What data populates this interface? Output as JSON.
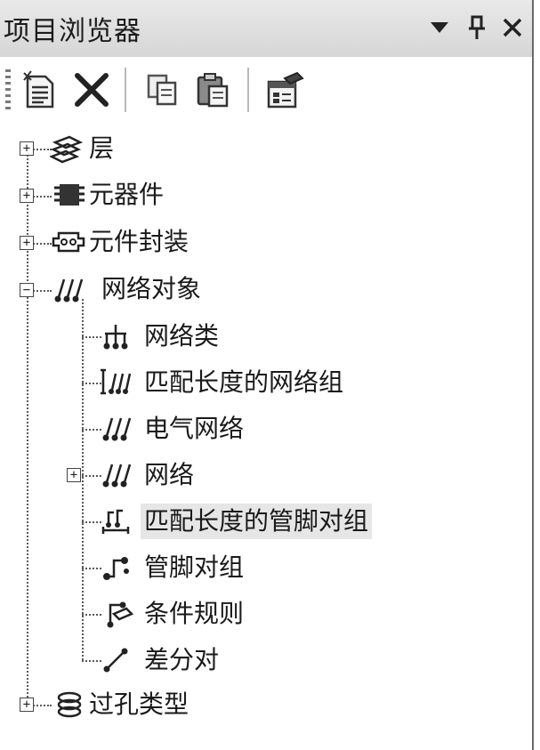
{
  "panel": {
    "title": "项目浏览器",
    "controls": {
      "dropdown": "▾",
      "pin": "⊥",
      "close": "✕"
    }
  },
  "toolbar": {
    "buttons": [
      {
        "icon": "new-document-icon"
      },
      {
        "icon": "delete-x-icon"
      },
      {
        "icon": "copy-icon"
      },
      {
        "icon": "paste-icon"
      },
      {
        "icon": "properties-icon"
      }
    ]
  },
  "tree": {
    "nodes": [
      {
        "label": "层",
        "icon": "layers-icon",
        "expander": "+"
      },
      {
        "label": "元器件",
        "icon": "component-chip-icon",
        "expander": "+"
      },
      {
        "label": "元件封装",
        "icon": "footprint-icon",
        "expander": "+"
      },
      {
        "label": "网络对象",
        "icon": "net-objects-icon",
        "expander": "−",
        "children": [
          {
            "label": "网络类",
            "icon": "net-class-icon"
          },
          {
            "label": "匹配长度的网络组",
            "icon": "matched-net-group-icon"
          },
          {
            "label": "电气网络",
            "icon": "electrical-net-icon"
          },
          {
            "label": "网络",
            "icon": "net-icon",
            "expander": "+"
          },
          {
            "label": "匹配长度的管脚对组",
            "icon": "matched-pin-pair-group-icon",
            "selected": true
          },
          {
            "label": "管脚对组",
            "icon": "pin-pair-group-icon"
          },
          {
            "label": "条件规则",
            "icon": "conditional-rule-icon"
          },
          {
            "label": "差分对",
            "icon": "diff-pair-icon"
          }
        ]
      },
      {
        "label": "过孔类型",
        "icon": "via-type-icon",
        "expander": "+"
      }
    ]
  }
}
